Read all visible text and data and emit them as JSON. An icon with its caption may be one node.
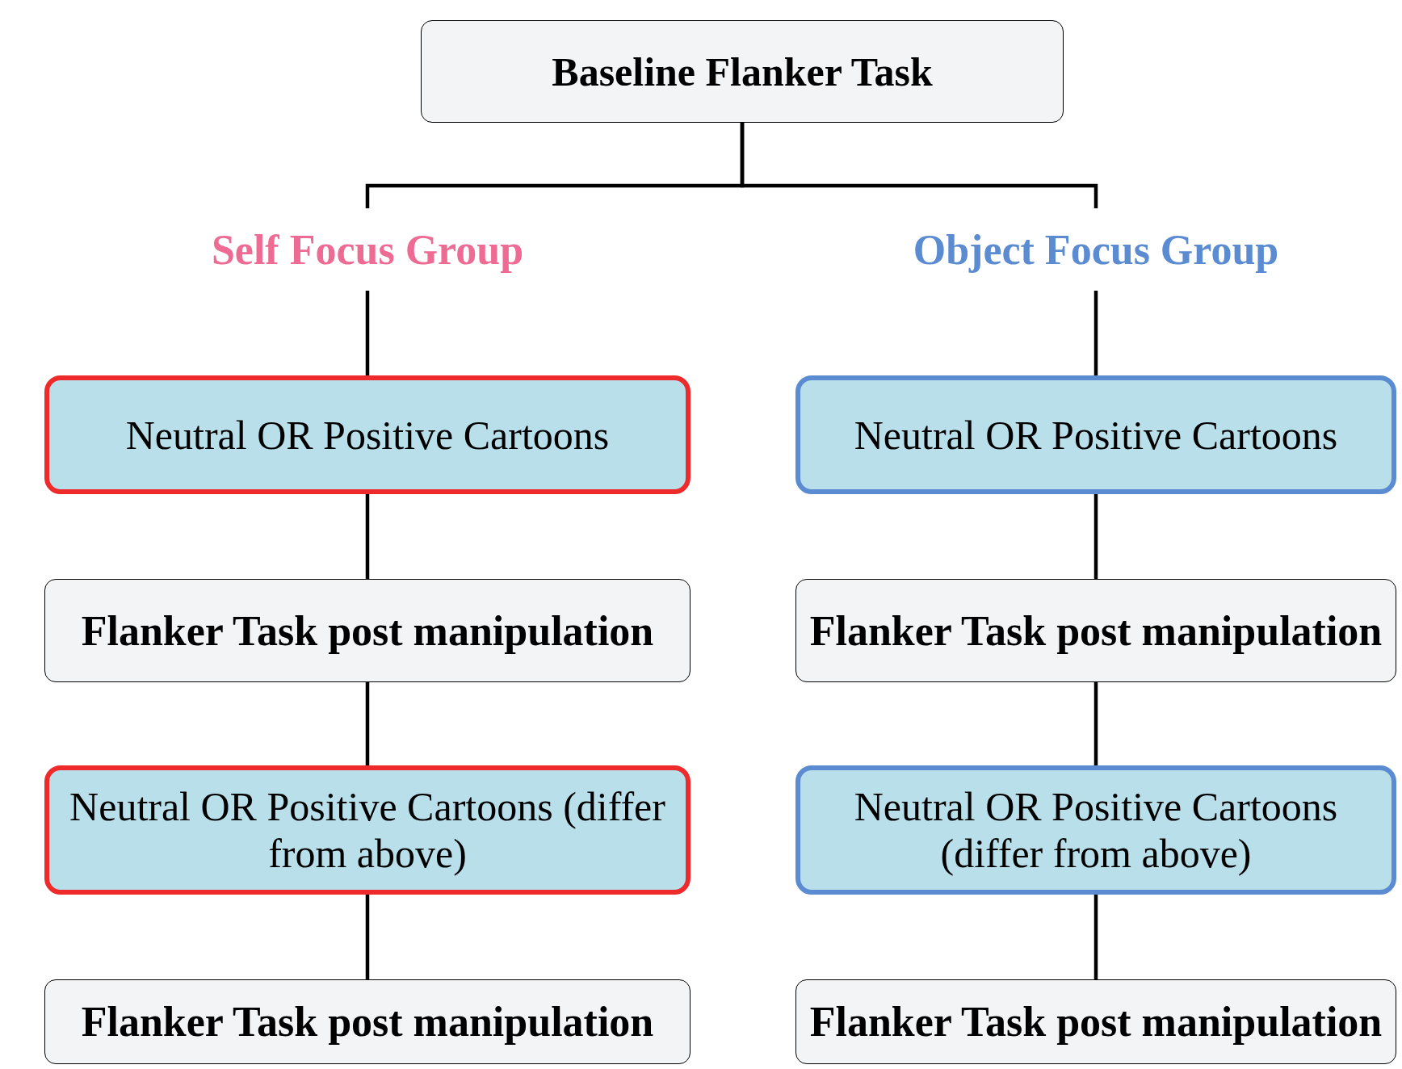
{
  "diagram": {
    "nodes": [
      {
        "text": [
          "Baseline Flanker Task"
        ]
      },
      {
        "text": [
          "Self Focus Group"
        ]
      },
      {
        "text": [
          "Object Focus Group"
        ]
      },
      {
        "text": [
          "Neutral OR Positive Cartoons"
        ]
      },
      {
        "text": [
          "Flanker Task post manipulation"
        ]
      },
      {
        "text": [
          "Neutral OR Positive Cartoons (differ from above)"
        ]
      },
      {
        "text": [
          "Flanker Task post manipulation"
        ]
      },
      {
        "text": [
          "Neutral OR Positive Cartoons"
        ]
      },
      {
        "text": [
          "Flanker Task post manipulation"
        ]
      },
      {
        "text": [
          "Neutral OR Positive Cartoons (differ from above)"
        ]
      },
      {
        "text": [
          "Flanker Task post manipulation"
        ]
      }
    ],
    "edges": [
      {
        "from": 0,
        "to": 1,
        "arrow": "none"
      },
      {
        "from": 0,
        "to": 2,
        "arrow": "none"
      },
      {
        "from": 1,
        "to": 3,
        "arrow": "none"
      },
      {
        "from": 3,
        "to": 4,
        "arrow": "none"
      },
      {
        "from": 4,
        "to": 5,
        "arrow": "none"
      },
      {
        "from": 5,
        "to": 6,
        "arrow": "none"
      },
      {
        "from": 2,
        "to": 7,
        "arrow": "none"
      },
      {
        "from": 7,
        "to": 8,
        "arrow": "none"
      },
      {
        "from": 8,
        "to": 9,
        "arrow": "none"
      },
      {
        "from": 9,
        "to": 10,
        "arrow": "none"
      }
    ]
  }
}
